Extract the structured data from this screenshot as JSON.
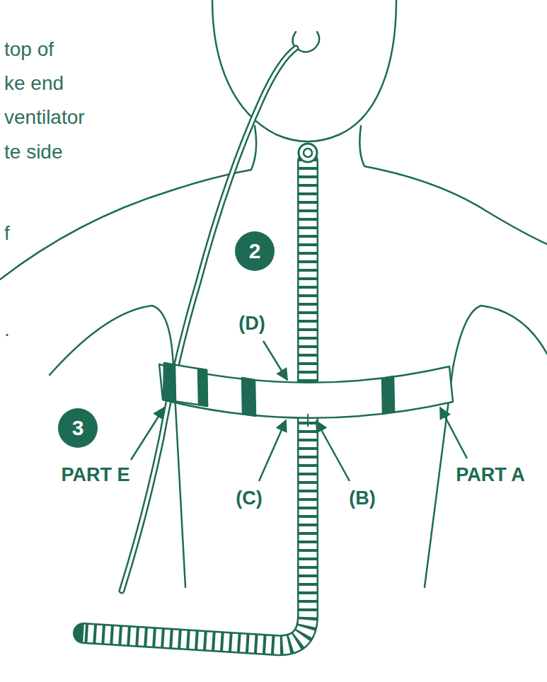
{
  "diagram": {
    "nodes": [
      {
        "text": [
          "2"
        ]
      },
      {
        "text": [
          "3"
        ]
      }
    ],
    "labels": [
      "top of",
      "ke end",
      "ventilator",
      "te side",
      "f",
      ".",
      "(D)",
      "PART E",
      "(C)",
      "(B)",
      "PART A"
    ]
  }
}
